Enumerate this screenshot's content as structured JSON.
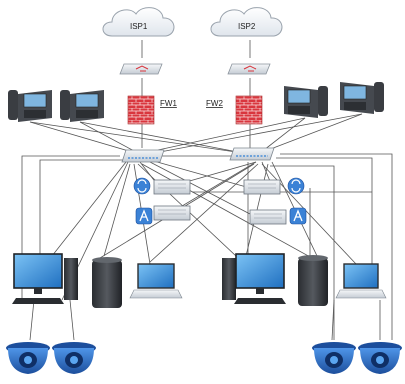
{
  "isp": [
    {
      "label": "ISP1"
    },
    {
      "label": "ISP2"
    }
  ],
  "firewalls": [
    {
      "label": "FW1"
    },
    {
      "label": "FW2"
    }
  ],
  "devices": {
    "left": [
      "ip-phone",
      "ip-phone",
      "desktop-computer",
      "server-tower",
      "laptop",
      "dome-camera",
      "dome-camera"
    ],
    "right": [
      "ip-phone",
      "ip-phone",
      "desktop-computer",
      "server-tower",
      "laptop",
      "dome-camera",
      "dome-camera"
    ],
    "core": [
      "router",
      "router",
      "switch",
      "switch",
      "storage-array",
      "storage-array",
      "storage-array",
      "storage-array",
      "sync-icon",
      "sync-icon",
      "app-icon",
      "app-icon"
    ]
  },
  "colors": {
    "cloud": "#eef1f5",
    "cloud_stroke": "#9aa3ad",
    "firewall_brick": "#d8323a",
    "phone_body": "#3a3d42",
    "phone_screen": "#7fb6e0",
    "monitor_screen": "#2f8fd8",
    "storage": "#dfe3e8",
    "camera": "#2f6fc8",
    "app_badge": "#3b82d6"
  }
}
